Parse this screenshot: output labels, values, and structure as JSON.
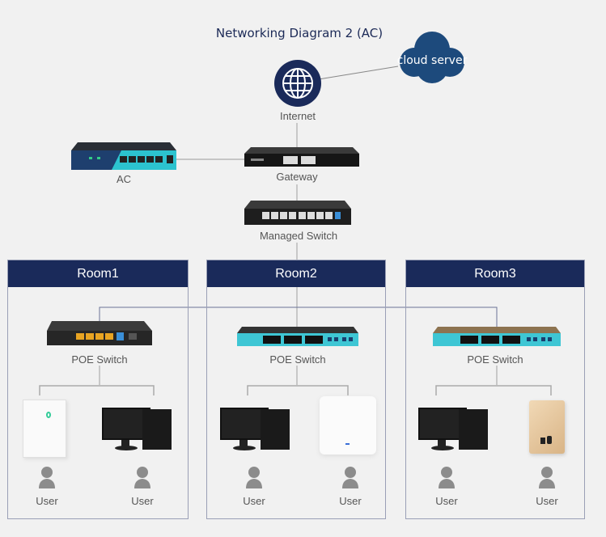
{
  "title": "Networking Diagram 2 (AC)",
  "top": {
    "cloud": {
      "label": "cloud server",
      "icon": "cloud-icon",
      "color": "#1d4a7c"
    },
    "internet": {
      "label": "Internet",
      "icon": "globe-icon",
      "color": "#1a2a5a"
    },
    "ac": {
      "label": "AC"
    },
    "gateway": {
      "label": "Gateway"
    },
    "managed_switch": {
      "label": "Managed Switch"
    }
  },
  "rooms": [
    {
      "name": "Room1",
      "switch_label": "POE Switch",
      "devices": [
        "panel-ap",
        "desktop-pc"
      ],
      "users": [
        "User",
        "User"
      ]
    },
    {
      "name": "Room2",
      "switch_label": "POE Switch",
      "devices": [
        "desktop-pc",
        "ceiling-ap"
      ],
      "users": [
        "User",
        "User"
      ]
    },
    {
      "name": "Room3",
      "switch_label": "POE Switch",
      "devices": [
        "desktop-pc",
        "gold-panel-ap"
      ],
      "users": [
        "User",
        "User"
      ]
    }
  ],
  "colors": {
    "header": "#1a2a5a",
    "background": "#f1f1f1"
  }
}
